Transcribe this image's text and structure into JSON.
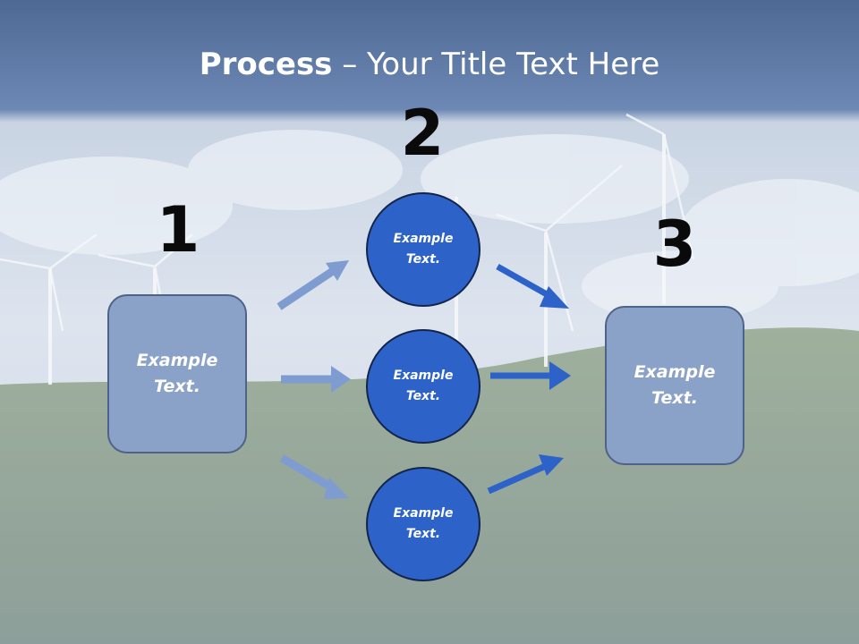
{
  "title": {
    "bold": "Process",
    "rest": " – Your Title Text Here"
  },
  "steps": [
    {
      "number": "1",
      "box_text": "Example\nText."
    },
    {
      "number": "2",
      "circles": [
        "Example\nText.",
        "Example\nText.",
        "Example\nText."
      ]
    },
    {
      "number": "3",
      "box_text": "Example\nText."
    }
  ],
  "colors": {
    "box_fill": "#8ba2c8",
    "circle_fill": "#2d62c9",
    "arrow_light": "#7e9ccf",
    "arrow_dark": "#2d62c9",
    "title_band": "#5c7aa8"
  }
}
